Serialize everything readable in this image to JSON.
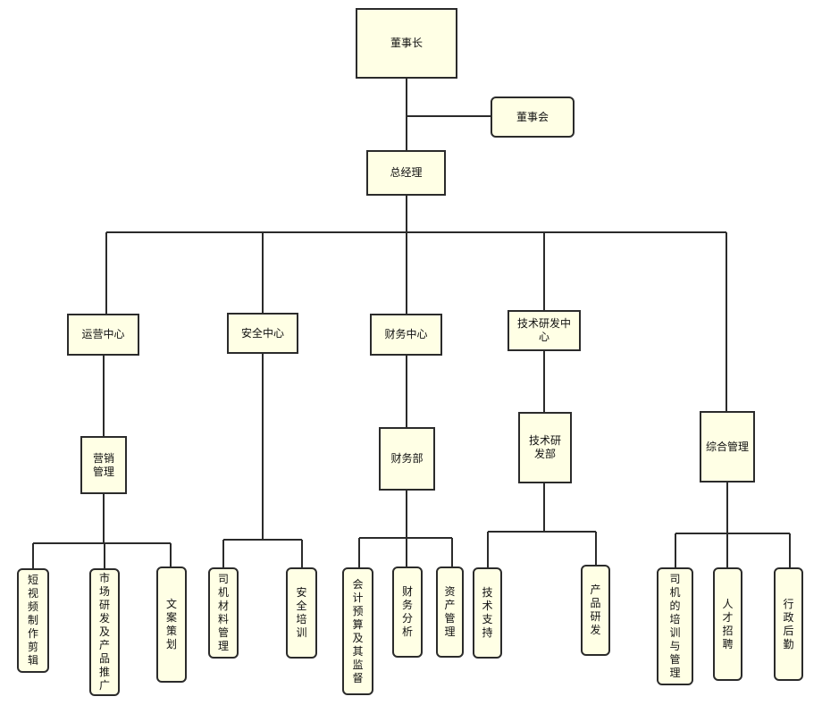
{
  "org_chart": {
    "chairman": "董事长",
    "board": "董事会",
    "general_manager": "总经理",
    "centers": [
      {
        "label": "运营中心"
      },
      {
        "label": "安全中心"
      },
      {
        "label": "财务中心"
      },
      {
        "label": "技术研发中心"
      },
      {
        "label": "综合管理"
      }
    ],
    "departments": [
      {
        "label": "营销管理"
      },
      {
        "label": "财务部"
      },
      {
        "label": "技术研发部"
      }
    ],
    "leaves": [
      {
        "label": "短视频制作剪辑"
      },
      {
        "label": "市场研发及产品推广"
      },
      {
        "label": "文案策划"
      },
      {
        "label": "司机材料管理"
      },
      {
        "label": "安全培训"
      },
      {
        "label": "会计预算及其监督"
      },
      {
        "label": "财务分析"
      },
      {
        "label": "资产管理"
      },
      {
        "label": "技术支持"
      },
      {
        "label": "产品研发"
      },
      {
        "label": "司机的培训与管理"
      },
      {
        "label": "人才招聘"
      },
      {
        "label": "行政后勤"
      }
    ]
  },
  "colors": {
    "fill": "#ffffe5",
    "stroke": "#2b2b2b"
  }
}
